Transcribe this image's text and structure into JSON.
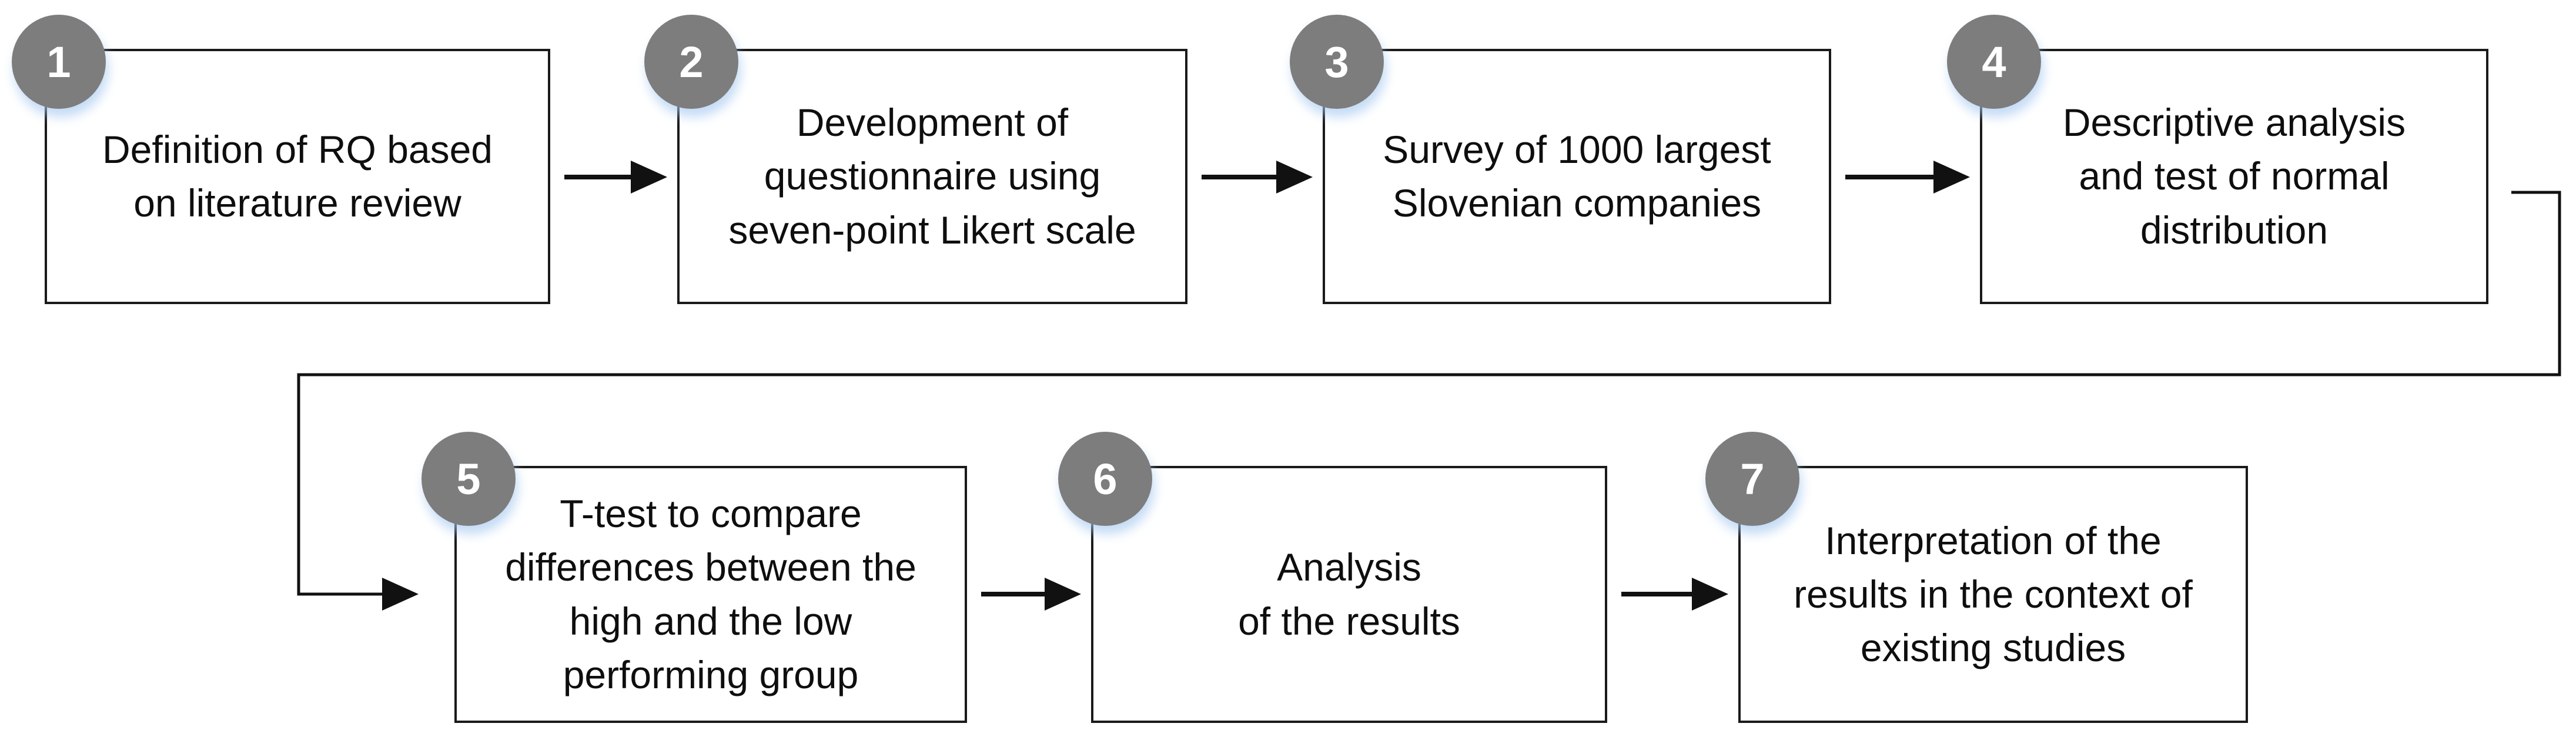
{
  "diagram": {
    "steps": [
      {
        "number": "1",
        "label": "Definition of RQ based\non literature review"
      },
      {
        "number": "2",
        "label": "Development of\nquestionnaire using\nseven-point Likert scale"
      },
      {
        "number": "3",
        "label": "Survey of 1000 largest\nSlovenian companies"
      },
      {
        "number": "4",
        "label": "Descriptive analysis\nand test of normal\ndistribution"
      },
      {
        "number": "5",
        "label": "T-test to compare\ndifferences between the\nhigh and the low\nperforming group"
      },
      {
        "number": "6",
        "label": "Analysis\nof the results"
      },
      {
        "number": "7",
        "label": "Interpretation of the\nresults in the context of\nexisting studies"
      }
    ]
  },
  "colors": {
    "background": "#ffffff",
    "box-fill": "#ffffff",
    "box-border": "#1a1a1a",
    "text": "#0e0e0e",
    "arrow": "#111111",
    "badge-fill": "#7d7d7d",
    "badge-text": "#ffffff"
  }
}
